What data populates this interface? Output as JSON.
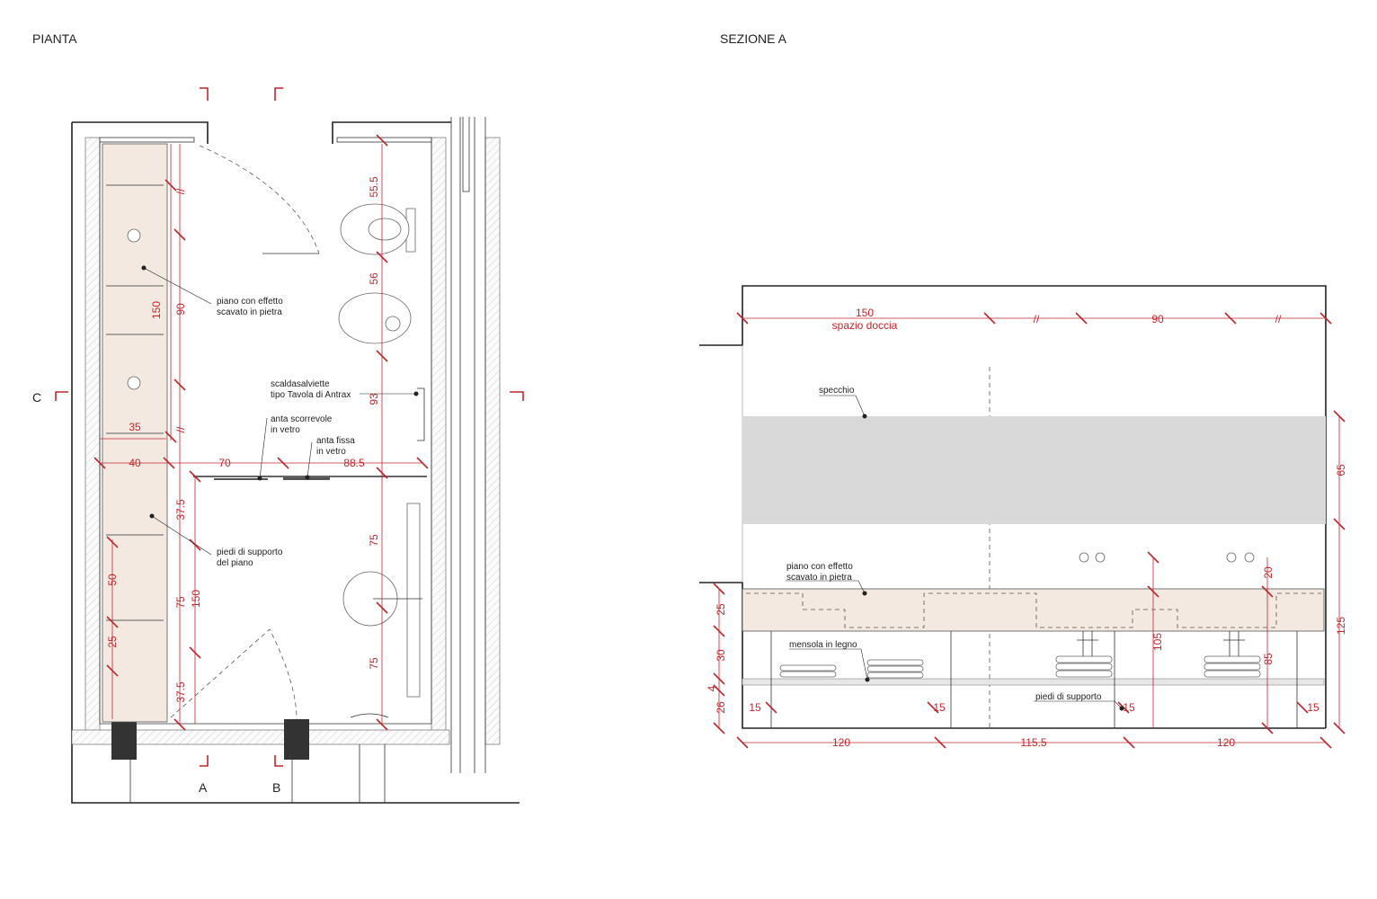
{
  "titles": {
    "plan": "PIANTA",
    "section": "SEZIONE A"
  },
  "section_markers": {
    "a": "A",
    "b": "B",
    "c": "C"
  },
  "plan": {
    "notes": {
      "piano_1": "piano con effetto",
      "piano_2": "scavato in pietra",
      "scald_1": "scaldasalviette",
      "scald_2": "tipo Tavola di Antrax",
      "scorr_1": "anta scorrevole",
      "scorr_2": "in vetro",
      "fissa_1": "anta fissa",
      "fissa_2": "in vetro",
      "piedi_1": "piedi di supporto",
      "piedi_2": "del piano"
    },
    "dims": {
      "d150a": "150",
      "d90": "90",
      "d35": "35",
      "d40": "40",
      "d70": "70",
      "d88_5": "88.5",
      "d37_5a": "37.5",
      "d150b": "150",
      "d75a": "75",
      "d37_5b": "37.5",
      "d50": "50",
      "d25": "25",
      "d55_5": "55.5",
      "d56": "56",
      "d93": "93",
      "d75b": "75",
      "d75c": "75",
      "brk1": "//",
      "brk2": "//"
    }
  },
  "section": {
    "notes": {
      "specchio": "specchio",
      "piano_1": "piano con effetto",
      "piano_2": "scavato in pietra",
      "mensola": "mensola in legno",
      "piedi": "piedi di supporto"
    },
    "dims": {
      "top150": "150",
      "spazio": "spazio doccia",
      "brk1": "//",
      "top90": "90",
      "brk2": "//",
      "b120a": "120",
      "b115_5": "115.5",
      "b120b": "120",
      "s15a": "15",
      "s15b": "15",
      "s15c": "15",
      "s15d": "15",
      "l25": "25",
      "l30": "30",
      "l4": "4",
      "l26": "26",
      "r65": "65",
      "r125": "125",
      "i20": "20",
      "i105": "105",
      "i85": "85"
    }
  }
}
